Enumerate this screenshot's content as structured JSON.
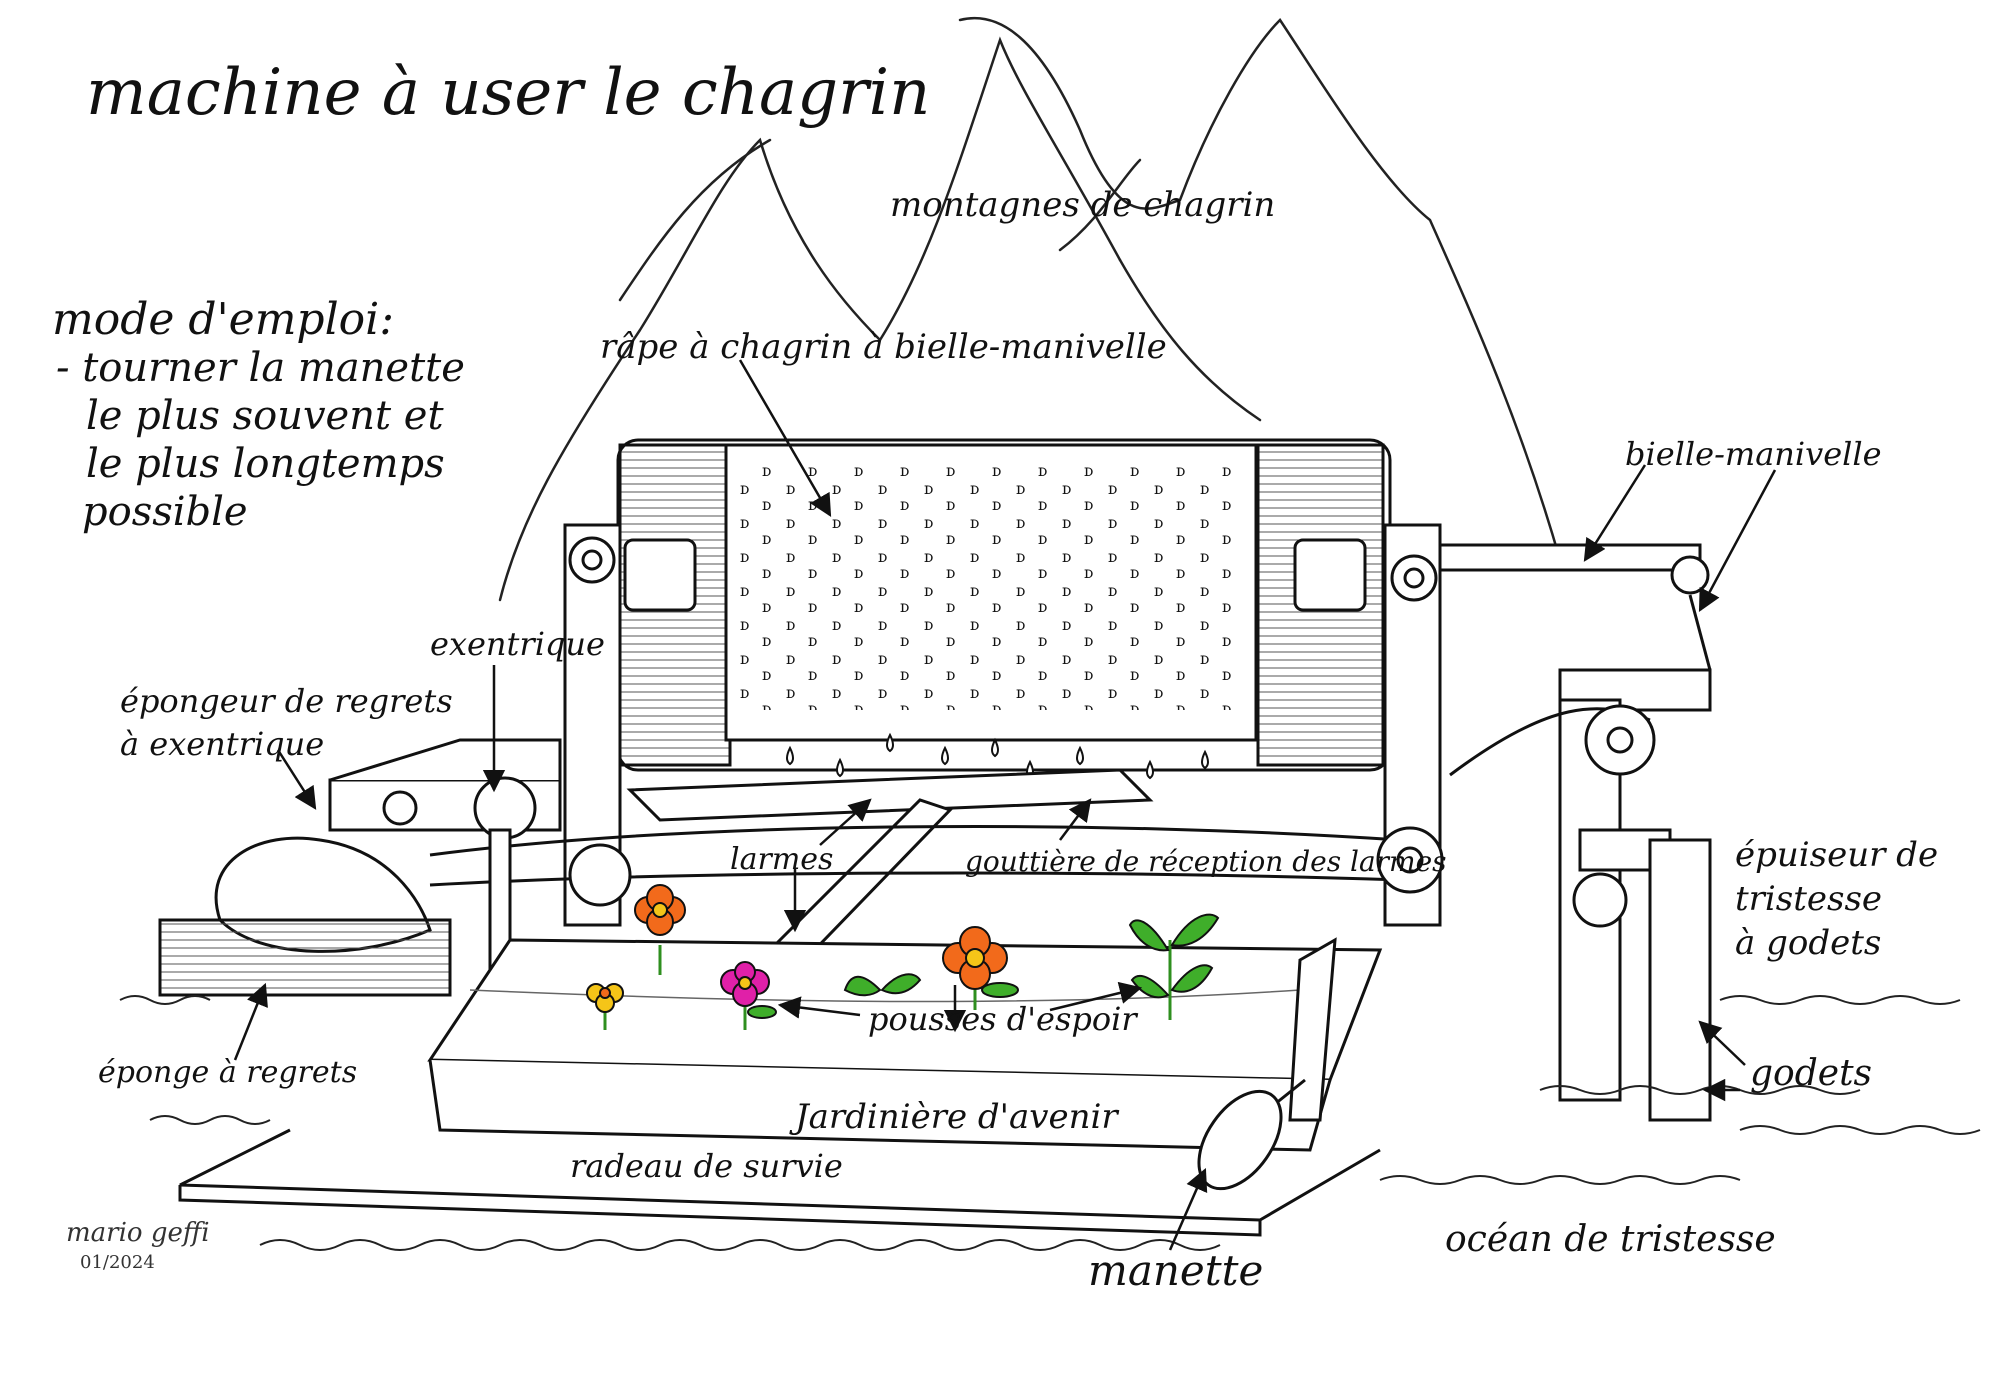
{
  "title": "machine à user le chagrin",
  "instructions": {
    "heading": "mode d'emploi:",
    "lines": [
      "- tourner la manette",
      "le plus souvent et",
      "le plus longtemps",
      "possible"
    ]
  },
  "labels": {
    "mountains": "montagnes de chagrin",
    "grater": "râpe à chagrin à bielle-manivelle",
    "crank_rod": "bielle-manivelle",
    "eccentric": "exentrique",
    "sponger": [
      "épongeur de regrets",
      "à exentrique"
    ],
    "tears": "larmes",
    "gutter": "gouttière de réception des larmes",
    "exhauster": [
      "épuiseur de",
      "tristesse",
      "à godets"
    ],
    "sponge": "éponge à regrets",
    "hope_shoots": "pousses d'espoir",
    "buckets": "godets",
    "planter": "Jardinière d'avenir",
    "raft": "radeau de survie",
    "handle": "manette",
    "ocean": "océan de tristesse"
  },
  "signature": {
    "name": "mario geffi",
    "date": "01/2024"
  },
  "colors": {
    "ink": "#111111",
    "flower_orange": "#f26a1b",
    "flower_magenta": "#e020a8",
    "flower_yellow": "#f5c518",
    "leaf_green": "#3fae2a",
    "stem_green": "#2f8f1f"
  }
}
